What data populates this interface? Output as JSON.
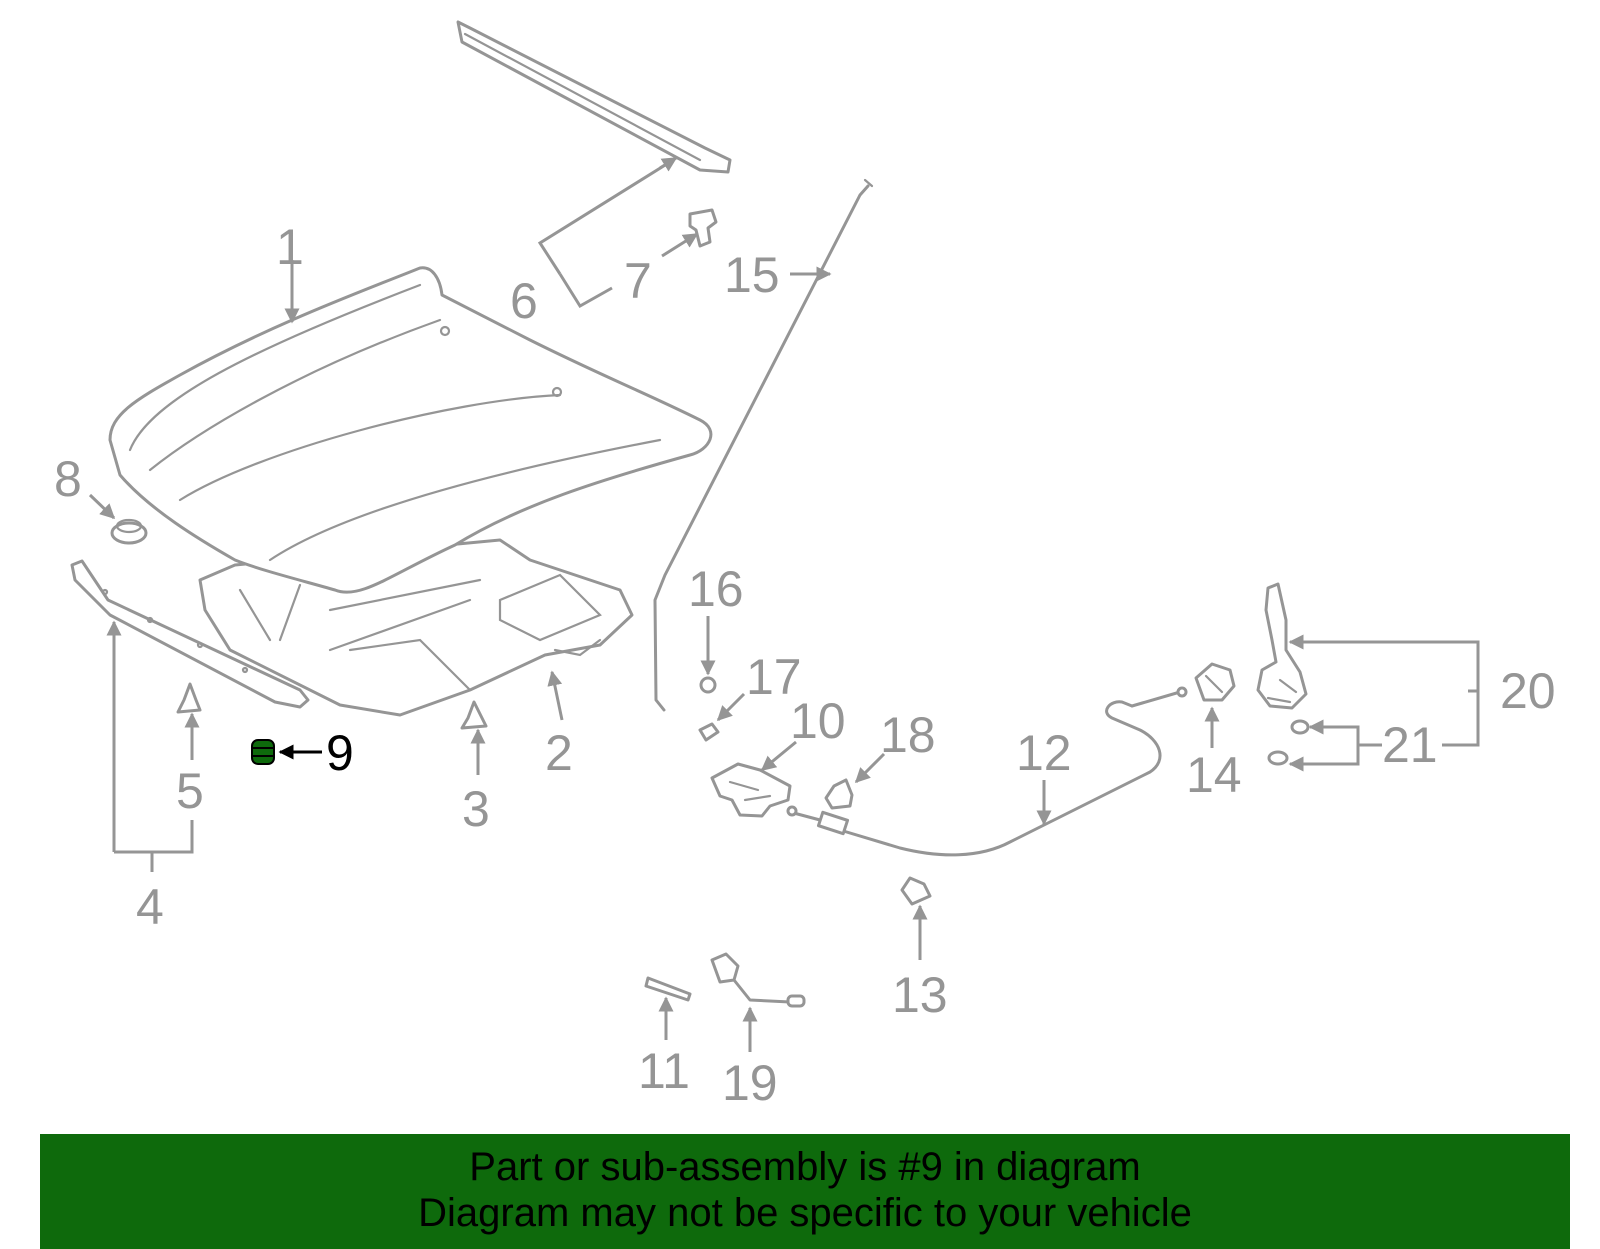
{
  "highlight": {
    "part": "9",
    "color": "#0e6a0c"
  },
  "callouts": {
    "c1": "1",
    "c2": "2",
    "c3": "3",
    "c4": "4",
    "c5": "5",
    "c6": "6",
    "c7": "7",
    "c8": "8",
    "c9": "9",
    "c10": "10",
    "c11": "11",
    "c12": "12",
    "c13": "13",
    "c14": "14",
    "c15": "15",
    "c16": "16",
    "c17": "17",
    "c18": "18",
    "c19": "19",
    "c20": "20",
    "c21": "21"
  },
  "banner": {
    "line1": "Part or sub-assembly is #9 in diagram",
    "line2": "Diagram may not be specific to your vehicle"
  }
}
